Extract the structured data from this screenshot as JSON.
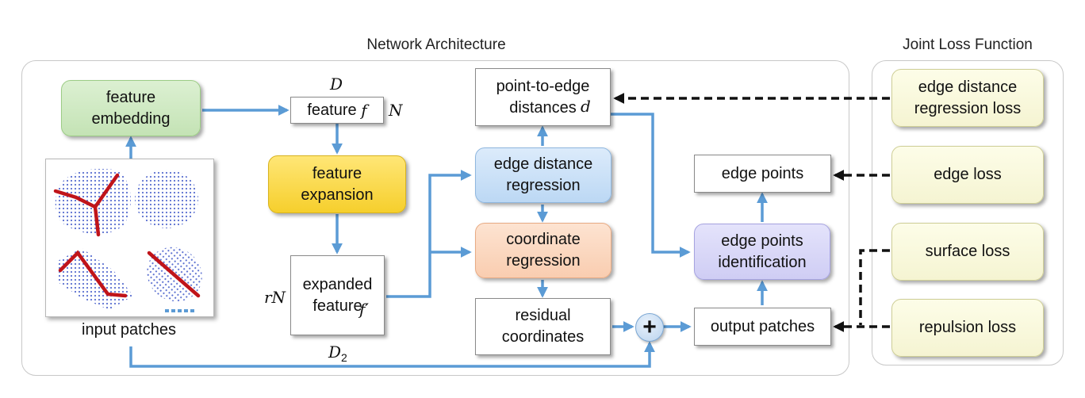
{
  "titles": {
    "network": "Network Architecture",
    "loss": "Joint Loss Function"
  },
  "network": {
    "feature_embedding": "feature\nembedding",
    "input_patches": "input patches",
    "feature_f": "feature",
    "feature_f_symbol": "f",
    "dim_D": "D",
    "dim_N": "N",
    "feature_expansion": "feature\nexpansion",
    "expanded_feature": "expanded\nfeature",
    "expanded_feature_symbol": "f′",
    "dim_rN": "rN",
    "dim_D2": "D",
    "dim_D2_sub": "2",
    "point_to_edge": "point-to-edge\ndistances",
    "point_to_edge_symbol": "d",
    "edge_distance_regression": "edge distance\nregression",
    "coordinate_regression": "coordinate\nregression",
    "residual_coordinates": "residual\ncoordinates",
    "plus": "+",
    "edge_points": "edge points",
    "edge_points_identification": "edge points\nidentification",
    "output_patches": "output patches"
  },
  "losses": {
    "edge_distance_regression_loss": "edge distance\nregression loss",
    "edge_loss": "edge loss",
    "surface_loss": "surface loss",
    "repulsion_loss": "repulsion loss"
  },
  "colors": {
    "arrow": "#5b9bd5",
    "dashed": "#111111",
    "embedding": "#c4e3b5",
    "expansion": "#f6cf2c",
    "regression": "#bcd8f4",
    "coordinate": "#f9cdb0",
    "identification": "#cfcdf4",
    "loss": "#f5f4d2",
    "edge_stroke": "#c0141a",
    "point_cloud": "#5a6fd0"
  }
}
